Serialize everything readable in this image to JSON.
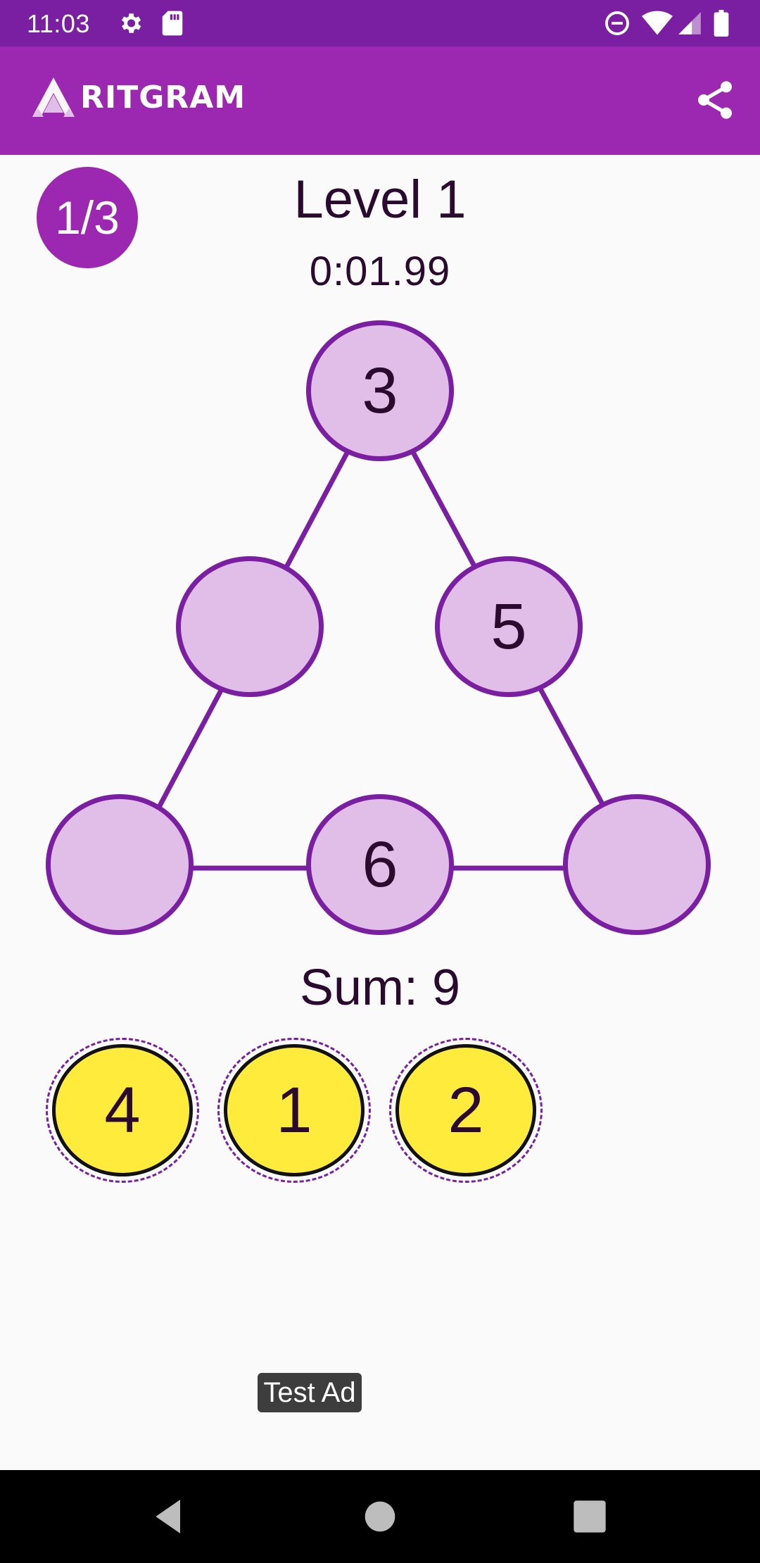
{
  "status_bar": {
    "time": "11:03",
    "left_icons": [
      "gear-icon",
      "sd-card-icon"
    ],
    "right_icons": [
      "do-not-disturb-icon",
      "wifi-icon",
      "signal-icon",
      "battery-icon"
    ]
  },
  "app_bar": {
    "logo_text": "RITGRAM",
    "share_icon": "share-icon",
    "color": "#9c27b0"
  },
  "game": {
    "progress": "1/3",
    "level_title": "Level 1",
    "timer": "0:01.99",
    "sum_label": "Sum: 9",
    "board": {
      "top": "3",
      "mid_left": "",
      "mid_right": "5",
      "bottom_left": "",
      "bottom_middle": "6",
      "bottom_right": ""
    },
    "tiles": [
      "4",
      "1",
      "2"
    ],
    "colors": {
      "node_fill": "#e1bee7",
      "node_border": "#7b1fa2",
      "tile_fill": "#ffeb3b"
    }
  },
  "ad": {
    "label": "Test Ad"
  },
  "nav_bar": {
    "icons": [
      "back-icon",
      "home-icon",
      "recents-icon"
    ]
  }
}
